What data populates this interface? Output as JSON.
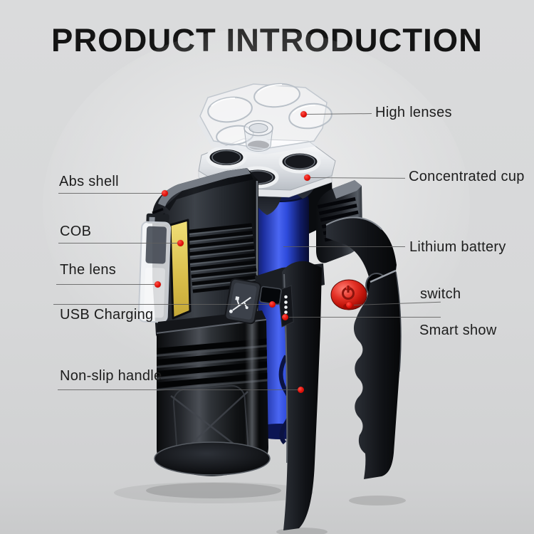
{
  "title": "PRODUCT INTRODUCTION",
  "callouts": {
    "abs_shell": {
      "label": "Abs shell"
    },
    "cob": {
      "label": "COB"
    },
    "the_lens": {
      "label": "The lens"
    },
    "usb_charging": {
      "label": "USB Charging"
    },
    "non_slip_handle": {
      "label": "Non-slip handle"
    },
    "high_lenses": {
      "label": "High lenses"
    },
    "concentrated_cup": {
      "label": "Concentrated cup"
    },
    "lithium_battery": {
      "label": "Lithium battery"
    },
    "switch": {
      "label": "switch"
    },
    "smart_show": {
      "label": "Smart show"
    }
  },
  "icons": {
    "power_icon": "power-symbol-on-switch",
    "usb_icon": "usb-trident-on-charging-flap"
  },
  "colors": {
    "background": "#d7d8d9",
    "title_text": "#141414",
    "label_text": "#1d1d1d",
    "leader_line": "#5f5f5f",
    "callout_dot_red": "#e8150d",
    "cob_panel_yellow": "#d9bd4a",
    "battery_blue": "#2e4bdc",
    "switch_red": "#d21910"
  }
}
